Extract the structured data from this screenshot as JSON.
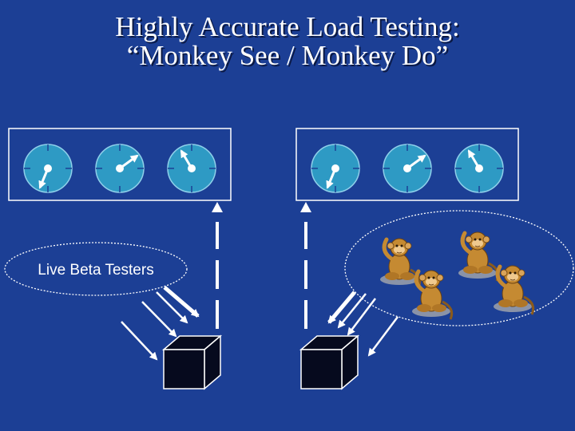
{
  "title": {
    "line1": "Highly Accurate Load Testing:",
    "line2": "“Monkey See / Monkey Do”"
  },
  "left_group": {
    "oval_label": "Live Beta Testers"
  },
  "colors": {
    "background": "#1c3f95",
    "panel_border": "#ffffff",
    "gauge_face": "#2e9ac4",
    "gauge_rim": "#8fd0ea",
    "needle": "#ffffff",
    "connector": "#ffffff",
    "server_box": "#060a1e",
    "monkey_fur": "#c58a32"
  },
  "icons": {
    "gauge": "gauge-icon",
    "server": "server-box-icon",
    "monkey": "monkey-icon",
    "arrow": "arrow-icon"
  }
}
